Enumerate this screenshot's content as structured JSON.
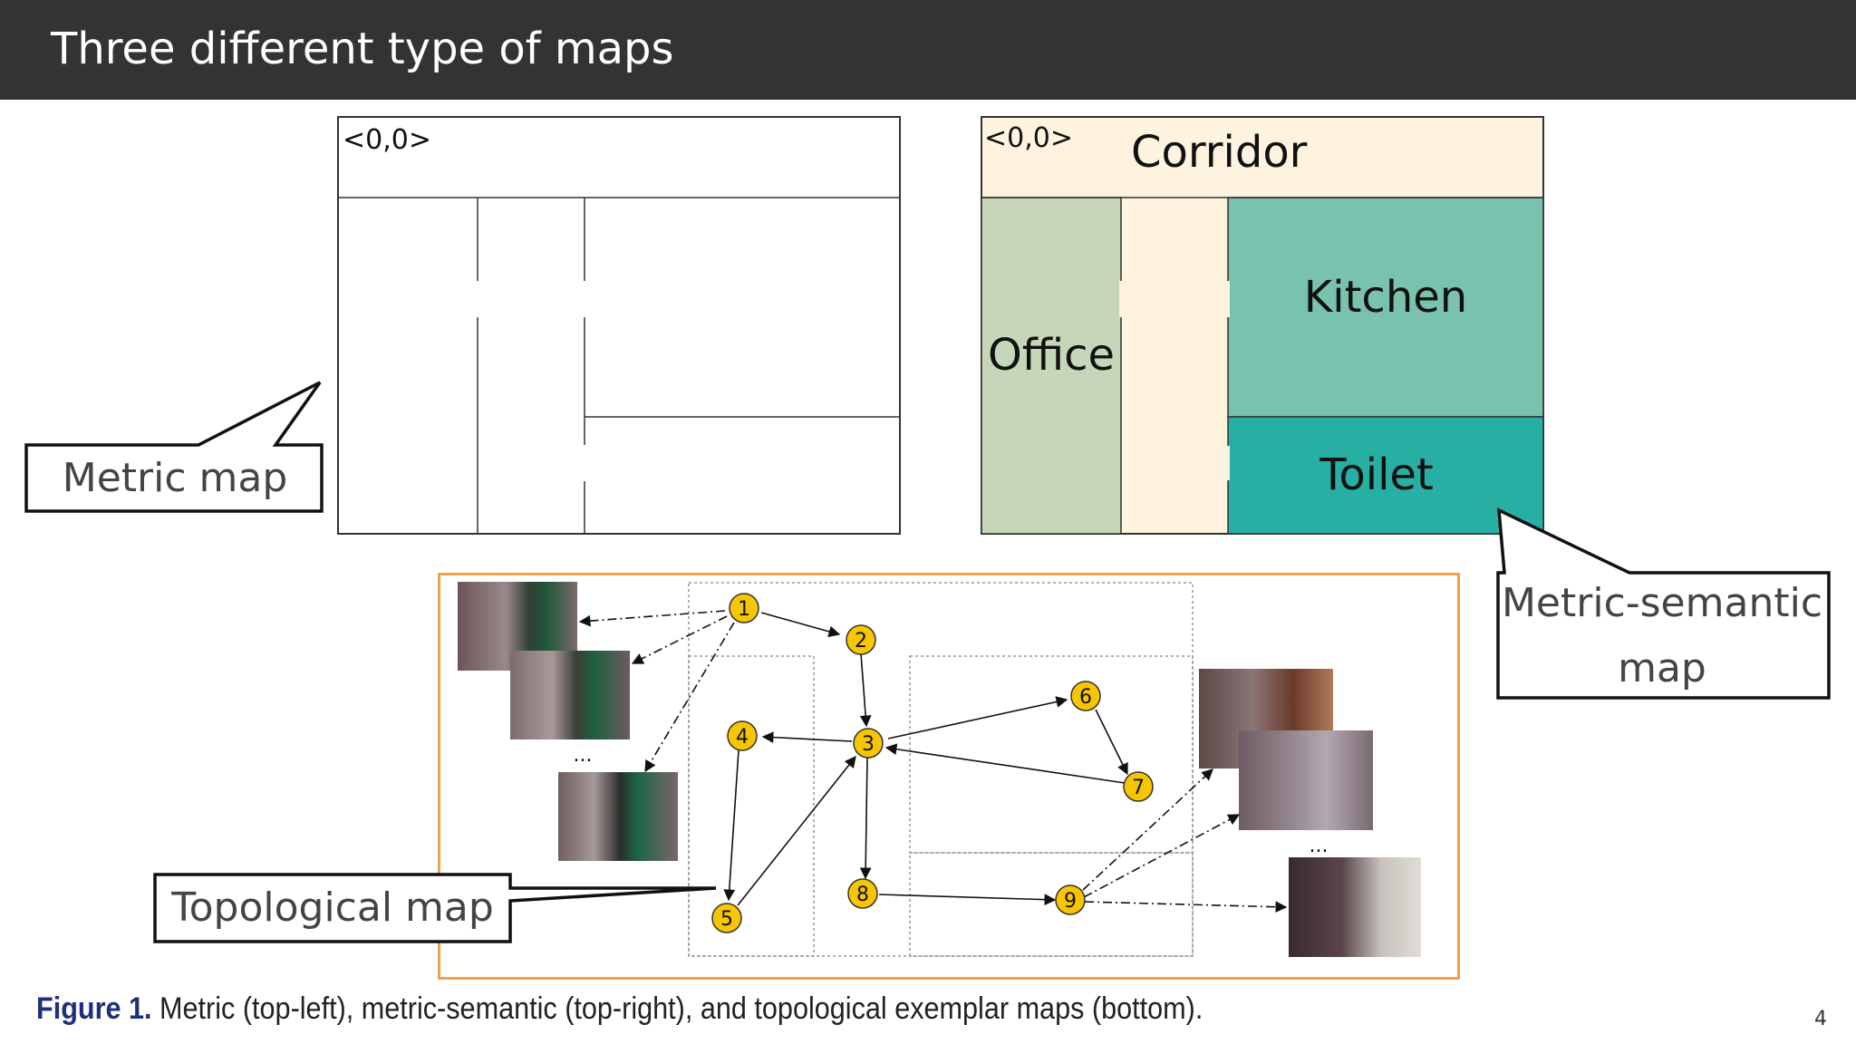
{
  "slide": {
    "title": "Three different type of maps",
    "page_number": "4"
  },
  "metric_map": {
    "origin_label": "<0,0>"
  },
  "semantic_map": {
    "origin_label": "<0,0>",
    "rooms": {
      "corridor": "Corridor",
      "office": "Office",
      "kitchen": "Kitchen",
      "toilet": "Toilet"
    },
    "colors": {
      "corridor": "#fdf3df",
      "office": "#c5d7b8",
      "kitchen": "#79c2ad",
      "toilet": "#28afa4"
    }
  },
  "callouts": {
    "metric": "Metric map",
    "semantic_line1": "Metric-semantic",
    "semantic_line2": "map",
    "topological": "Topological map"
  },
  "topological_map": {
    "nodes": [
      "1",
      "2",
      "3",
      "4",
      "5",
      "6",
      "7",
      "8",
      "9"
    ],
    "ellipsis_left": "...",
    "ellipsis_right": "...",
    "frame_color": "#f0a24a",
    "node_color": "#f7c600"
  },
  "caption": {
    "label": "Figure 1.",
    "text": "Metric (top-left), metric-semantic (top-right), and topological exemplar maps (bottom)."
  }
}
